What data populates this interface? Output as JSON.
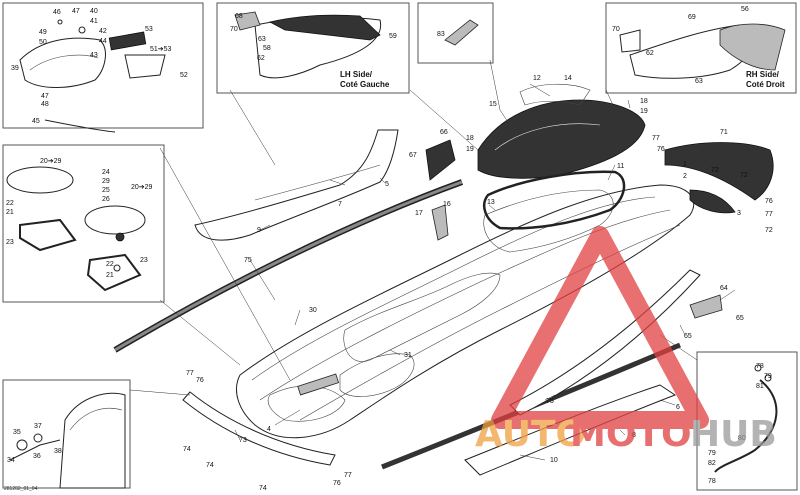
{
  "panels": {
    "lh_side_line1": "LH Side/",
    "lh_side_line2": "Coté Gauche",
    "rh_side_line1": "RH Side/",
    "rh_side_line2": "Coté Droit"
  },
  "drawing_code": "281202_01_04",
  "watermark": {
    "part1": "AUTO",
    "part2": "MOTO",
    "part3": "HUB",
    "color_orange": "#f0a040",
    "color_red": "#e04040",
    "color_grey": "#9a9a9a"
  },
  "callouts": [
    {
      "id": "c46",
      "label": "46"
    },
    {
      "id": "c47a",
      "label": "47"
    },
    {
      "id": "c41",
      "label": "41"
    },
    {
      "id": "c40",
      "label": "40"
    },
    {
      "id": "c49",
      "label": "49"
    },
    {
      "id": "c42",
      "label": "42"
    },
    {
      "id": "c50",
      "label": "50"
    },
    {
      "id": "c53",
      "label": "53"
    },
    {
      "id": "c44",
      "label": "44"
    },
    {
      "id": "c51",
      "label": "51➔53"
    },
    {
      "id": "c43",
      "label": "43"
    },
    {
      "id": "c39",
      "label": "39"
    },
    {
      "id": "c52",
      "label": "52"
    },
    {
      "id": "c47b",
      "label": "47"
    },
    {
      "id": "c48",
      "label": "48"
    },
    {
      "id": "c45",
      "label": "45"
    },
    {
      "id": "c68",
      "label": "68"
    },
    {
      "id": "c70a",
      "label": "70"
    },
    {
      "id": "c63a",
      "label": "63"
    },
    {
      "id": "c58",
      "label": "58"
    },
    {
      "id": "c59",
      "label": "59"
    },
    {
      "id": "c62a",
      "label": "62"
    },
    {
      "id": "c83",
      "label": "83"
    },
    {
      "id": "c56",
      "label": "56"
    },
    {
      "id": "c69",
      "label": "69"
    },
    {
      "id": "c70b",
      "label": "70"
    },
    {
      "id": "c62b",
      "label": "62"
    },
    {
      "id": "c63b",
      "label": "63"
    },
    {
      "id": "c12",
      "label": "12"
    },
    {
      "id": "c14",
      "label": "14"
    },
    {
      "id": "c15",
      "label": "15"
    },
    {
      "id": "c18a",
      "label": "18"
    },
    {
      "id": "c19a",
      "label": "19"
    },
    {
      "id": "c77a",
      "label": "77"
    },
    {
      "id": "c71",
      "label": "71"
    },
    {
      "id": "c66",
      "label": "66"
    },
    {
      "id": "c18b",
      "label": "18"
    },
    {
      "id": "c19b",
      "label": "19"
    },
    {
      "id": "c76a",
      "label": "76"
    },
    {
      "id": "c67",
      "label": "67"
    },
    {
      "id": "c5",
      "label": "5"
    },
    {
      "id": "c11",
      "label": "11"
    },
    {
      "id": "c1",
      "label": "1"
    },
    {
      "id": "c2",
      "label": "2"
    },
    {
      "id": "c72a",
      "label": "72"
    },
    {
      "id": "c72b",
      "label": "72"
    },
    {
      "id": "c13",
      "label": "13"
    },
    {
      "id": "c7",
      "label": "7"
    },
    {
      "id": "c16",
      "label": "16"
    },
    {
      "id": "c17",
      "label": "17"
    },
    {
      "id": "c3",
      "label": "3"
    },
    {
      "id": "c76b",
      "label": "76"
    },
    {
      "id": "c77b",
      "label": "77"
    },
    {
      "id": "c72c",
      "label": "72"
    },
    {
      "id": "c9",
      "label": "9"
    },
    {
      "id": "c2029a",
      "label": "20➔29"
    },
    {
      "id": "c24",
      "label": "24"
    },
    {
      "id": "c29",
      "label": "29"
    },
    {
      "id": "c25",
      "label": "25"
    },
    {
      "id": "c26",
      "label": "26"
    },
    {
      "id": "c2029b",
      "label": "20➔29"
    },
    {
      "id": "c22a",
      "label": "22"
    },
    {
      "id": "c21a",
      "label": "21"
    },
    {
      "id": "c23a",
      "label": "23"
    },
    {
      "id": "c22b",
      "label": "22"
    },
    {
      "id": "c23b",
      "label": "23"
    },
    {
      "id": "c21b",
      "label": "21"
    },
    {
      "id": "c75a",
      "label": "75"
    },
    {
      "id": "c64",
      "label": "64"
    },
    {
      "id": "c65a",
      "label": "65"
    },
    {
      "id": "c30",
      "label": "30"
    },
    {
      "id": "c65b",
      "label": "65"
    },
    {
      "id": "c31",
      "label": "31"
    },
    {
      "id": "c78",
      "label": "78"
    },
    {
      "id": "c79a",
      "label": "79"
    },
    {
      "id": "c81",
      "label": "81"
    },
    {
      "id": "c77c",
      "label": "77"
    },
    {
      "id": "c76c",
      "label": "76"
    },
    {
      "id": "c75b",
      "label": "75"
    },
    {
      "id": "c4",
      "label": "4"
    },
    {
      "id": "c6",
      "label": "6"
    },
    {
      "id": "c8",
      "label": "8"
    },
    {
      "id": "c80",
      "label": "80"
    },
    {
      "id": "c37",
      "label": "37"
    },
    {
      "id": "c35",
      "label": "35"
    },
    {
      "id": "c36",
      "label": "36"
    },
    {
      "id": "c38",
      "label": "38"
    },
    {
      "id": "c34",
      "label": "34"
    },
    {
      "id": "c73",
      "label": "73"
    },
    {
      "id": "c74a",
      "label": "74"
    },
    {
      "id": "c74b",
      "label": "74"
    },
    {
      "id": "c74c",
      "label": "74"
    },
    {
      "id": "c10",
      "label": "10"
    },
    {
      "id": "c76d",
      "label": "76"
    },
    {
      "id": "c77d",
      "label": "77"
    },
    {
      "id": "c79b",
      "label": "79"
    },
    {
      "id": "c82",
      "label": "82"
    },
    {
      "id": "c78b",
      "label": "78"
    }
  ]
}
